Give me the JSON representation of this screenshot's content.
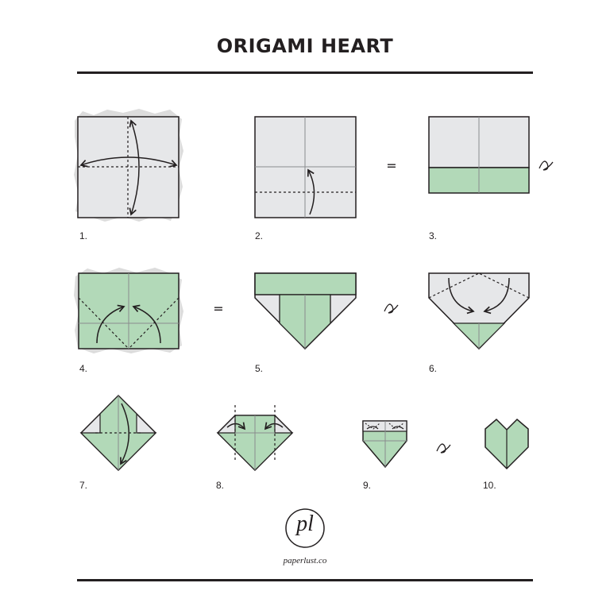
{
  "title": "ORIGAMI HEART",
  "steps": [
    {
      "label": "1."
    },
    {
      "label": "2."
    },
    {
      "label": "3."
    },
    {
      "label": "4."
    },
    {
      "label": "5."
    },
    {
      "label": "6."
    },
    {
      "label": "7."
    },
    {
      "label": "8."
    },
    {
      "label": "9."
    },
    {
      "label": "10."
    }
  ],
  "equals": "=",
  "logo": {
    "mark": "pl",
    "text": "paperlust.co"
  },
  "colors": {
    "paper_gray": "#e6e7e9",
    "paper_green": "#b2d9b8",
    "line": "#231f20",
    "texture": "#dcdcdc"
  }
}
